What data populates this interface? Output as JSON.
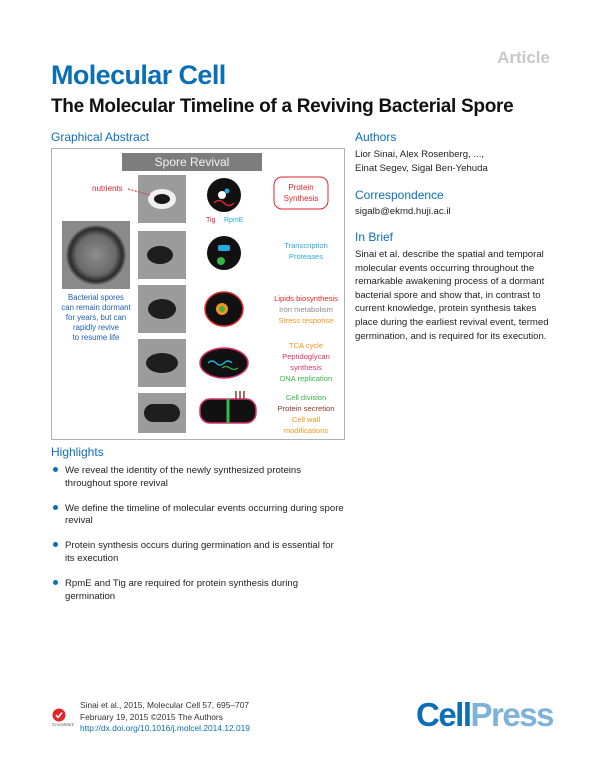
{
  "header": {
    "article_tag": "Article",
    "journal": "Molecular Cell",
    "title": "The Molecular Timeline of a Reviving Bacterial Spore"
  },
  "graphical_abstract": {
    "heading": "Graphical Abstract",
    "figure_title": "Spore Revival",
    "nutrients_label": "nutrients",
    "dormant_caption": [
      "Bacterial spores",
      "can remain dormant",
      "for years, but can",
      "rapidly revive",
      "to resume life"
    ],
    "tig_label": "Tig",
    "rpme_label": "RpmE",
    "stage1": [
      "Protein",
      "Synthesis"
    ],
    "stage2": [
      "Transcription",
      "Proteases"
    ],
    "stage3": [
      "Lipids biosynthesis",
      "Iron metabolism",
      "Stress response"
    ],
    "stage4": [
      "TCA cycle",
      "Peptidoglycan",
      "synthesis",
      "DNA replication"
    ],
    "stage5": [
      "Cell division",
      "Protein secretion",
      "Cell wall",
      "modifications"
    ]
  },
  "authors": {
    "heading": "Authors",
    "line1": "Lior Sinai, Alex Rosenberg, ...,",
    "line2": "Einat Segev, Sigal Ben-Yehuda"
  },
  "correspondence": {
    "heading": "Correspondence",
    "email": "sigalb@ekmd.huji.ac.il"
  },
  "in_brief": {
    "heading": "In Brief",
    "text": "Sinai et al. describe the spatial and temporal molecular events occurring throughout the remarkable awakening process of a dormant bacterial spore and show that, in contrast to current knowledge, protein synthesis takes place during the earliest revival event, termed germination, and is required for its execution."
  },
  "highlights": {
    "heading": "Highlights",
    "items": [
      "We reveal the identity of the newly synthesized proteins throughout spore revival",
      "We define the timeline of molecular events occurring during spore revival",
      "Protein synthesis occurs during germination and is essential for its execution",
      "RpmE and Tig are required for protein synthesis during germination"
    ]
  },
  "footer": {
    "citation_line1": "Sinai et al., 2015, Molecular Cell 57, 695–707",
    "citation_line2": "February 19, 2015 ©2015 The Authors",
    "doi": "http://dx.doi.org/10.1016/j.molcel.2014.12.019",
    "crossmark_label": "CrossMark",
    "logo_cell": "Cell",
    "logo_press": "Press"
  },
  "colors": {
    "brand_blue": "#0b6fb8",
    "red": "#e0262b",
    "cyan": "#29aae1",
    "green": "#39b54a",
    "orange": "#f7941d",
    "magenta": "#d6336c"
  }
}
